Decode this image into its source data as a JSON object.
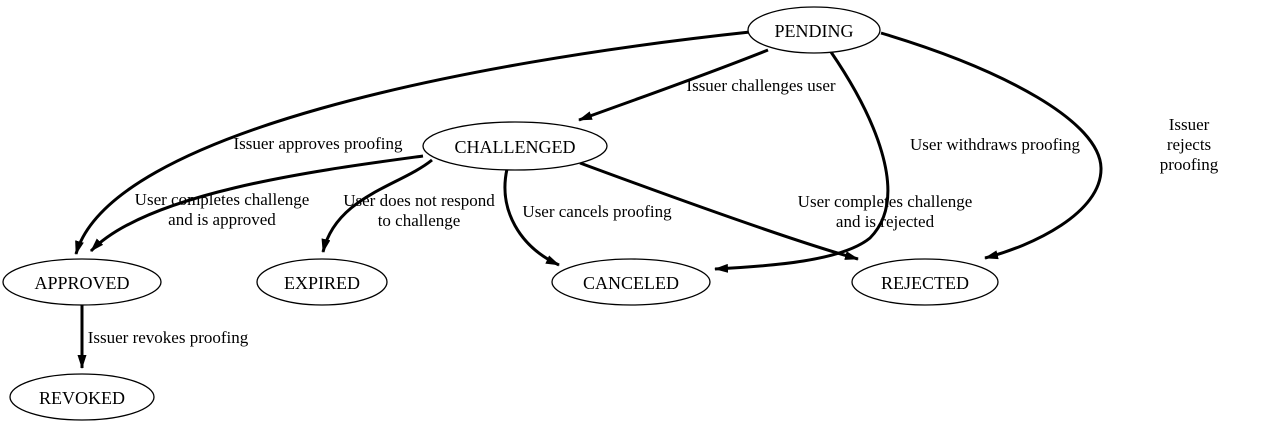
{
  "diagram": {
    "kind": "state-machine",
    "colors": {
      "background": "#ffffff",
      "node_fill": "#ffffff",
      "stroke": "#000000",
      "text": "#000000"
    },
    "nodes": [
      {
        "id": "pending",
        "label": "PENDING"
      },
      {
        "id": "challenged",
        "label": "CHALLENGED"
      },
      {
        "id": "approved",
        "label": "APPROVED"
      },
      {
        "id": "expired",
        "label": "EXPIRED"
      },
      {
        "id": "canceled",
        "label": "CANCELED"
      },
      {
        "id": "rejected",
        "label": "REJECTED"
      },
      {
        "id": "revoked",
        "label": "REVOKED"
      }
    ],
    "edges": [
      {
        "from": "PENDING",
        "to": "CHALLENGED",
        "label": "Issuer challenges user"
      },
      {
        "from": "PENDING",
        "to": "APPROVED",
        "label": "Issuer approves proofing"
      },
      {
        "from": "PENDING",
        "to": "CANCELED",
        "label": "User withdraws proofing"
      },
      {
        "from": "PENDING",
        "to": "REJECTED",
        "label": "Issuer rejects proofing"
      },
      {
        "from": "CHALLENGED",
        "to": "APPROVED",
        "label": "User completes challenge\nand is approved"
      },
      {
        "from": "CHALLENGED",
        "to": "EXPIRED",
        "label": "User does not respond\nto challenge"
      },
      {
        "from": "CHALLENGED",
        "to": "CANCELED",
        "label": "User cancels proofing"
      },
      {
        "from": "CHALLENGED",
        "to": "REJECTED",
        "label": "User completes challenge\nand is rejected"
      },
      {
        "from": "APPROVED",
        "to": "REVOKED",
        "label": "Issuer revokes proofing"
      }
    ]
  }
}
